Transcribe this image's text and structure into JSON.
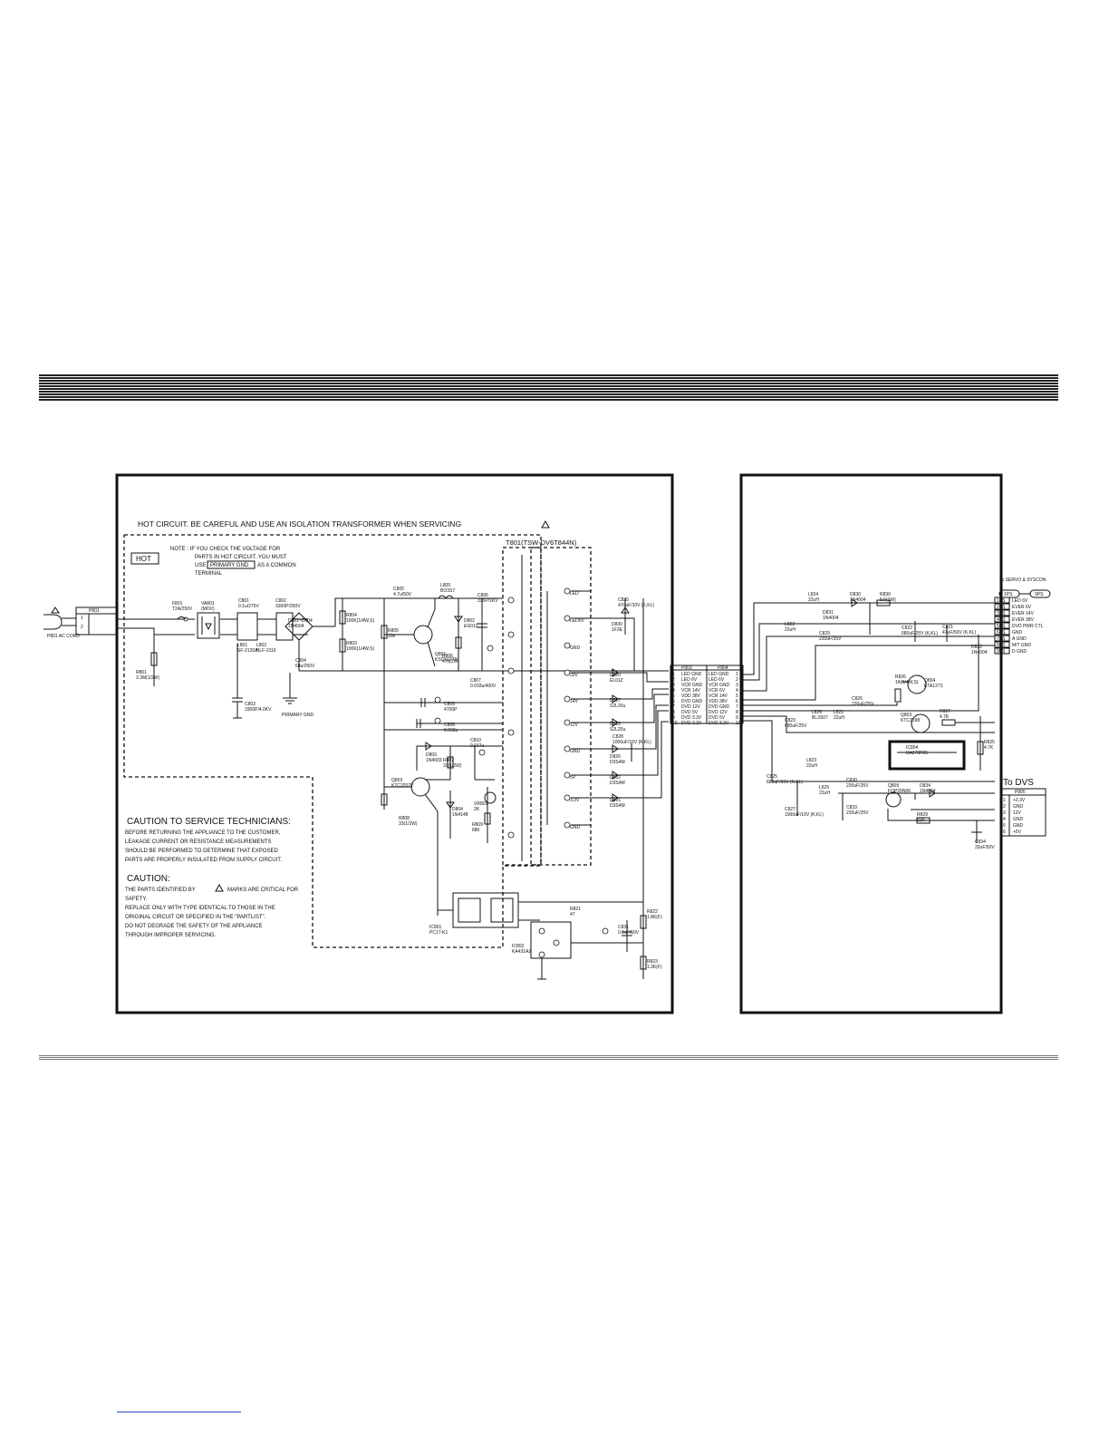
{
  "hot_header": "HOT CIRCUIT.    BE CAREFUL  AND  USE  AN  ISOLATION  TRANSFORMER  WHEN  SERVICING",
  "hot_badge": "HOT",
  "note": {
    "line1": "NOTE : IF YOU CHECK THE VOLTAGE FOR",
    "line2": "PARTS IN HOT CIRCUIT.  YOU MUST",
    "line3_pre": "USE",
    "line3_box": "PRIMARY GND",
    "line3_post": "AS A COMMON",
    "line4": "TERMINAL"
  },
  "transformer_label": "T801(TSW-DV6T844N)",
  "caution_technicians": {
    "title": "CAUTION TO SERVICE TECHNICIANS:",
    "lines": [
      "BEFORE RETURNING THE APPLIANCE TO THE CUSTOMER,",
      "LEAKAGE CURRENT OR RESISTANCE MEASUREMENTS",
      "SHOULD BE PERFORMED TO DETERMINE THAT EXPOSED",
      "PARTS ARE PROPERLY INSULATED FROM SUPPLY CIRCUIT."
    ]
  },
  "caution": {
    "title": "CAUTION:",
    "line1_pre": "THE PARTS IDENTIFIED BY",
    "line1_post": "MARKS ARE CRITICAL FOR",
    "lines": [
      "SAFETY.",
      "REPLACE ONLY WITH TYPE IDENTICAL TO THOSE IN THE",
      "ORIGINAL CIRCUIT OR SPECIFIED IN THE \"PARTLIST\".",
      "DO NOT DEGRADE THE SAFETY OF THE APPLIANCE",
      "THROUGH IMPROPER SERVICING."
    ]
  },
  "ac_input": {
    "cord": "P801 AC CORD",
    "connector": "P801",
    "pins": [
      "1",
      "2"
    ]
  },
  "components_primary": [
    {
      "ref": "F801",
      "value": "T2A/250V"
    },
    {
      "ref": "VA801",
      "value": "(MOV)"
    },
    {
      "ref": "C801",
      "value": "0.1u/275V"
    },
    {
      "ref": "C802",
      "value": "3300P/250V"
    },
    {
      "ref": "D801~D804",
      "value": "1N4004"
    },
    {
      "ref": "L801",
      "value": "SF-2120A"
    },
    {
      "ref": "L802",
      "value": "BLF-2116"
    },
    {
      "ref": "R801",
      "value": "3.3M(1/2W)"
    },
    {
      "ref": "C803",
      "value": "3300P/4.0KV"
    },
    {
      "ref": "PRIMARY GND",
      "value": ""
    },
    {
      "ref": "C804",
      "value": "68u/250V"
    },
    {
      "ref": "C805",
      "value": "4.7u/50V"
    },
    {
      "ref": "R804",
      "value": "100K(1/4W,S)"
    },
    {
      "ref": "R803",
      "value": "100K(1/4W,S)"
    },
    {
      "ref": "R805",
      "value": "10k"
    },
    {
      "ref": "L805",
      "value": "BO3S7"
    },
    {
      "ref": "Q801",
      "value": "KSC5027R"
    },
    {
      "ref": "D802",
      "value": "EG01C"
    },
    {
      "ref": "R806",
      "value": "47k(2W)"
    },
    {
      "ref": "C806",
      "value": "330P/1KV"
    },
    {
      "ref": "C807",
      "value": "0.033u/400V"
    },
    {
      "ref": "C809",
      "value": "4700P"
    },
    {
      "ref": "C808",
      "value": "0.033u"
    },
    {
      "ref": "D803",
      "value": "1N4003"
    },
    {
      "ref": "R807",
      "value": "33(1/2W)"
    },
    {
      "ref": "C810",
      "value": "0.047u"
    },
    {
      "ref": "Q802",
      "value": "KTC3202Y"
    },
    {
      "ref": "R808",
      "value": "33(1/2W)"
    },
    {
      "ref": "D804",
      "value": "1N4148"
    },
    {
      "ref": "VR801",
      "value": "2K"
    },
    {
      "ref": "R809",
      "value": "680"
    },
    {
      "ref": "IC801",
      "value": "PC17-K1"
    },
    {
      "ref": "R821",
      "value": "47"
    },
    {
      "ref": "R822",
      "value": "1.8K(F)"
    },
    {
      "ref": "R823",
      "value": "1.3K(F)"
    },
    {
      "ref": "C831",
      "value": "0.1uF/50V"
    },
    {
      "ref": "IC802",
      "value": "KA431AZ"
    }
  ],
  "components_secondary": [
    {
      "ref": "C835",
      "value": "470uF/10V (K,KL)"
    },
    {
      "ref": "D830",
      "value": "1F3E"
    },
    {
      "ref": "D829",
      "value": "EL01Z"
    },
    {
      "ref": "D827",
      "value": "S2L20u"
    },
    {
      "ref": "D823",
      "value": "S2L20u"
    },
    {
      "ref": "C828",
      "value": "1000uF/16V (K,KL)"
    },
    {
      "ref": "D826",
      "value": "D3S4M"
    },
    {
      "ref": "D822",
      "value": "D3S4M"
    },
    {
      "ref": "D821",
      "value": "D3S4M"
    }
  ],
  "transformer_pins": [
    "LED",
    "LED6V",
    "GND",
    "33V",
    "14V",
    "12V",
    "GND",
    "5V",
    "3.3V",
    "GND"
  ],
  "connector_p803": {
    "title": "P803",
    "rows": [
      [
        "1",
        "LED GND"
      ],
      [
        "2",
        "LED 6V"
      ],
      [
        "3",
        "VCR GND"
      ],
      [
        "4",
        "VCR 14V"
      ],
      [
        "5",
        "VDD 38V"
      ],
      [
        "6",
        "DVD GND"
      ],
      [
        "7",
        "DVD 12V"
      ],
      [
        "8",
        "DVD 5V"
      ],
      [
        "9",
        "DVD 3.3V"
      ],
      [
        "10",
        "DVD 3.3V"
      ]
    ]
  },
  "connector_p804": {
    "title": "P804",
    "rows": [
      [
        "LED GND",
        "1"
      ],
      [
        "LED 6V",
        "2"
      ],
      [
        "VCR GND",
        "3"
      ],
      [
        "VCR 6V",
        "4"
      ],
      [
        "VCR 14V",
        "5"
      ],
      [
        "VDD 38V",
        "6"
      ],
      [
        "DVD GND",
        "7"
      ],
      [
        "DVD 12V",
        "8"
      ],
      [
        "DVD 5V",
        "9"
      ],
      [
        "DVD 3.3V",
        "10"
      ]
    ]
  },
  "servo_header": {
    "title": "To SERVO & SYSCON",
    "left": "1PS",
    "right": "9PS",
    "rows": [
      [
        "1PS",
        "LED 6V"
      ],
      [
        "2PS",
        "EVER 6V"
      ],
      [
        "3PS",
        "EVER 14V"
      ],
      [
        "4PS",
        "EVER 38V"
      ],
      [
        "5PS",
        "DVD PWR CTL"
      ],
      [
        "6PS",
        "GND"
      ],
      [
        "7PS",
        "A GND"
      ],
      [
        "8PS",
        "M/T GND"
      ],
      [
        "9PS",
        "D GND"
      ]
    ]
  },
  "components_right": [
    {
      "ref": "L824",
      "value": "22uH"
    },
    {
      "ref": "D830",
      "value": "1N4004"
    },
    {
      "ref": "D831",
      "value": "1N4004"
    },
    {
      "ref": "R830",
      "value": "5.6(1W)"
    },
    {
      "ref": "L822",
      "value": "22uH"
    },
    {
      "ref": "C829",
      "value": "220uF/25V"
    },
    {
      "ref": "C822",
      "value": "680uF/25V (K,KL)"
    },
    {
      "ref": "C821",
      "value": "47uF/50V (K,KL)"
    },
    {
      "ref": "D832",
      "value": "1N4004"
    },
    {
      "ref": "Q804",
      "value": "KTA1273"
    },
    {
      "ref": "R826",
      "value": "1K(1/4W,S)"
    },
    {
      "ref": "Q803",
      "value": "KTC3198"
    },
    {
      "ref": "R827",
      "value": "4.7K"
    },
    {
      "ref": "C826",
      "value": "220uF/25V"
    },
    {
      "ref": "L826",
      "value": "BL3S07"
    },
    {
      "ref": "L821",
      "value": "22uH"
    },
    {
      "ref": "C823",
      "value": "680uF/25V"
    },
    {
      "ref": "IC804",
      "value": "KA278R05"
    },
    {
      "ref": "R825",
      "value": "4.7K"
    },
    {
      "ref": "L823",
      "value": "22uH"
    },
    {
      "ref": "C825",
      "value": "680uF/16V (K,KL)"
    },
    {
      "ref": "L825",
      "value": "22uH"
    },
    {
      "ref": "C830",
      "value": "220uF/25V"
    },
    {
      "ref": "Q805",
      "value": "FQP20N06"
    },
    {
      "ref": "D834",
      "value": "1N4004"
    },
    {
      "ref": "C827",
      "value": "1000uF/10V (K,KL)"
    },
    {
      "ref": "C833",
      "value": "220uF/25V"
    },
    {
      "ref": "R829",
      "value": "22K"
    },
    {
      "ref": "C834",
      "value": "33uF/50V"
    }
  ],
  "dvs_header": {
    "title": "To DVS",
    "connector": "P805",
    "rows": [
      [
        "1",
        "+3.3V"
      ],
      [
        "2",
        "GND"
      ],
      [
        "3",
        "12V"
      ],
      [
        "4",
        "GND"
      ],
      [
        "5",
        "GND"
      ],
      [
        "6",
        "+5V"
      ]
    ]
  }
}
